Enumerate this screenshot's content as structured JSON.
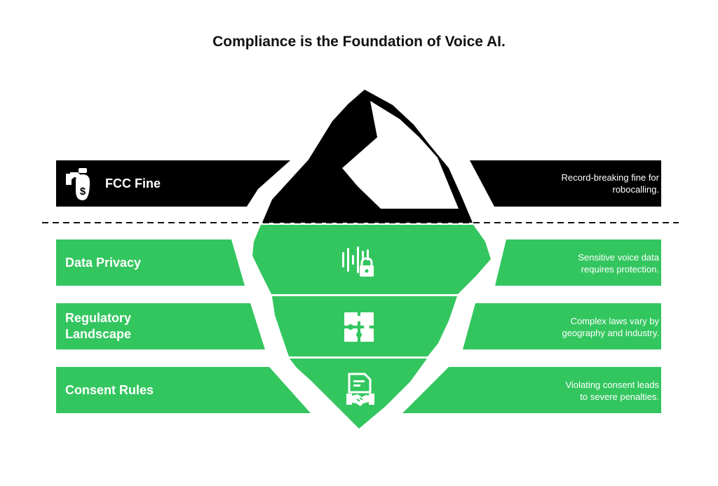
{
  "title": "Compliance is the Foundation of Voice AI.",
  "colors": {
    "green": "#33c65f",
    "black": "#000000",
    "white": "#ffffff"
  },
  "above_water": {
    "label": "FCC Fine",
    "description_line1": "Record-breaking fine for",
    "description_line2": "robocalling.",
    "icon": "money-bag-hand-icon"
  },
  "below_water": [
    {
      "label_line1": "Data Privacy",
      "label_line2": "",
      "description_line1": "Sensitive voice data",
      "description_line2": "requires protection.",
      "icon": "voice-lock-icon"
    },
    {
      "label_line1": "Regulatory",
      "label_line2": "Landscape",
      "description_line1": "Complex laws vary by",
      "description_line2": "geography and industry.",
      "icon": "puzzle-pieces-icon"
    },
    {
      "label_line1": "Consent Rules",
      "label_line2": "",
      "description_line1": "Violating consent leads",
      "description_line2": "to severe penalties.",
      "icon": "document-handshake-icon"
    }
  ]
}
